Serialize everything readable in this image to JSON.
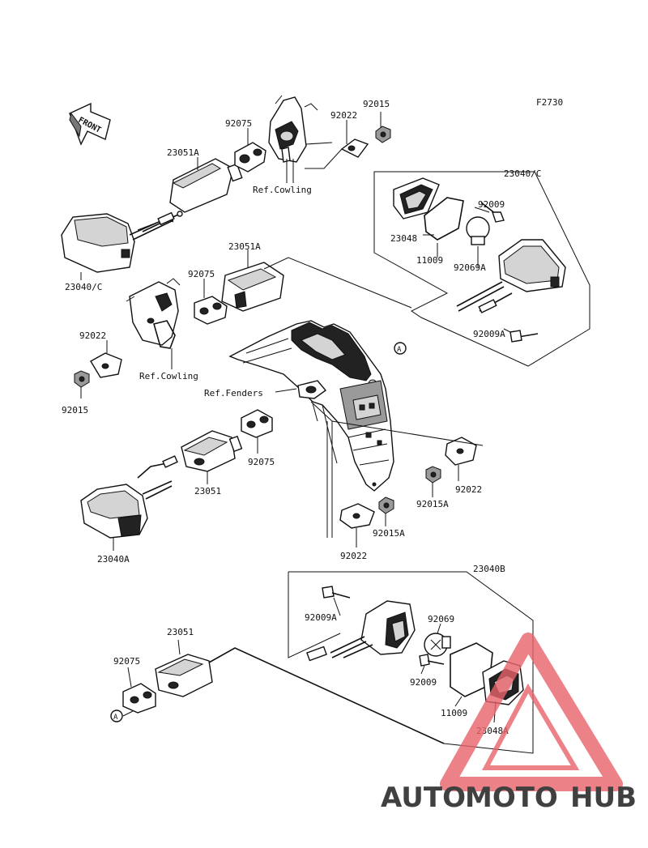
{
  "figure_code": "F2730",
  "front_label": "FRONT",
  "callout_marker": "A",
  "labels": {
    "p23051A_top": "23051A",
    "p92075_top": "92075",
    "p92022_top": "92022",
    "p92015_top": "92015",
    "ref_cowling_top": "Ref.Cowling",
    "p23040C_left": "23040/C",
    "p23040C_right": "23040/C",
    "p92009_right": "92009",
    "p23048": "23048",
    "p11009_right": "11009",
    "p92069A": "92069A",
    "p92009A_right": "92009A",
    "p23051A_mid": "23051A",
    "p92075_mid": "92075",
    "p92022_left": "92022",
    "ref_cowling_mid": "Ref.Cowling",
    "p92015_left": "92015",
    "ref_fenders": "Ref.Fenders",
    "p92075_low": "92075",
    "p23051_mid": "23051",
    "p92015A_right": "92015A",
    "p92022_right": "92022",
    "p92015A_center": "92015A",
    "p92022_center": "92022",
    "p23040A": "23040A",
    "p23040B": "23040B",
    "p92009A_bottom": "92009A",
    "p92069": "92069",
    "p92009_bottom": "92009",
    "p11009_bottom": "11009",
    "p23048A": "23048A",
    "p23051_bottom": "23051",
    "p92075_bottom": "92075"
  },
  "watermark": {
    "word_auto": "AUTO",
    "word_moto": "MOTO",
    "word_hub": "HUB",
    "color_auto": "#f2a84a",
    "color_moto": "#e8636b",
    "color_hub": "#7b7b7b"
  }
}
